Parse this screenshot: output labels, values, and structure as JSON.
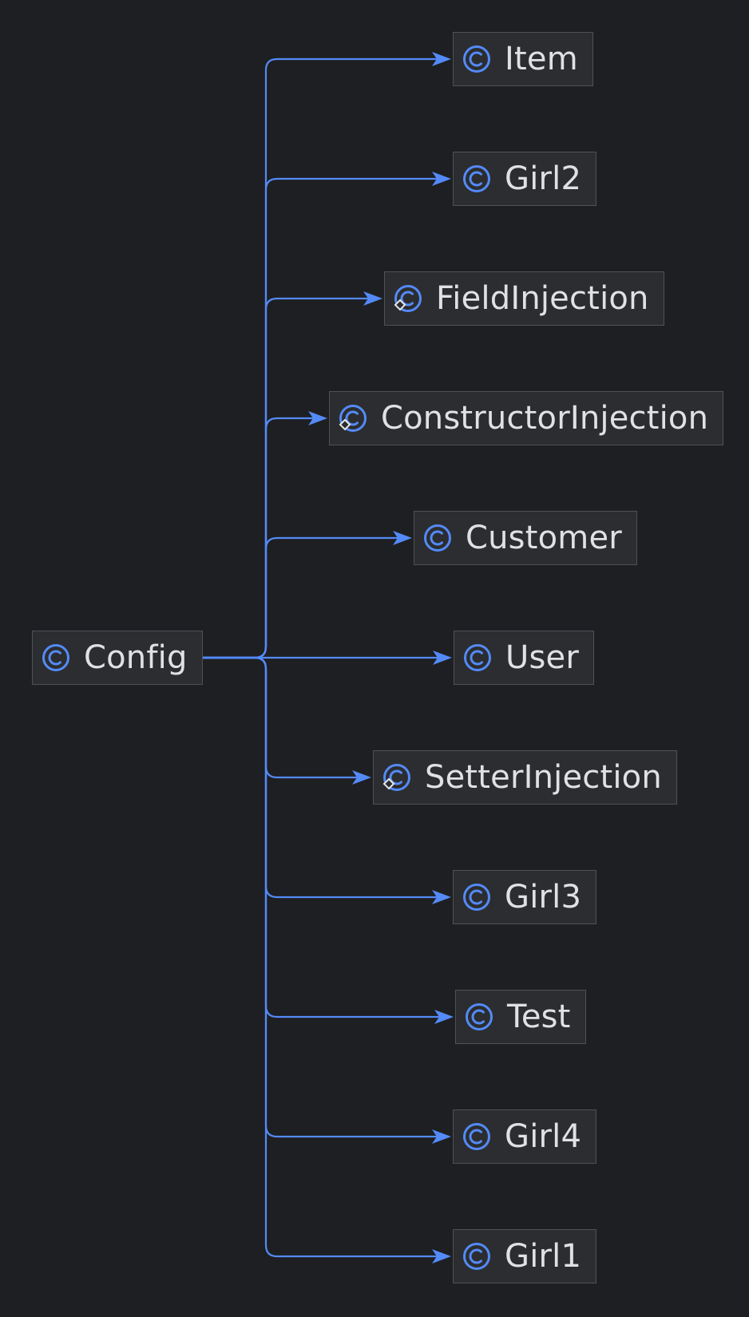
{
  "diagram": {
    "root": {
      "id": "config",
      "label": "Config",
      "icon": "class-icon"
    },
    "children": [
      {
        "id": "item",
        "label": "Item",
        "icon": "class-icon",
        "abstract": false
      },
      {
        "id": "girl2",
        "label": "Girl2",
        "icon": "class-icon",
        "abstract": false
      },
      {
        "id": "field-injection",
        "label": "FieldInjection",
        "icon": "abstract-class-icon",
        "abstract": true
      },
      {
        "id": "constructor-injection",
        "label": "ConstructorInjection",
        "icon": "abstract-class-icon",
        "abstract": true
      },
      {
        "id": "customer",
        "label": "Customer",
        "icon": "class-icon",
        "abstract": false
      },
      {
        "id": "user",
        "label": "User",
        "icon": "class-icon",
        "abstract": false
      },
      {
        "id": "setter-injection",
        "label": "SetterInjection",
        "icon": "abstract-class-icon",
        "abstract": true
      },
      {
        "id": "girl3",
        "label": "Girl3",
        "icon": "class-icon",
        "abstract": false
      },
      {
        "id": "test",
        "label": "Test",
        "icon": "class-icon",
        "abstract": false
      },
      {
        "id": "girl4",
        "label": "Girl4",
        "icon": "class-icon",
        "abstract": false
      },
      {
        "id": "girl1",
        "label": "Girl1",
        "icon": "class-icon",
        "abstract": false
      }
    ],
    "colors": {
      "background": "#1e1f22",
      "node_fill": "#2b2d30",
      "node_border": "#4e5157",
      "edge": "#548af7",
      "icon": "#548af7",
      "text": "#dfe1e5"
    }
  }
}
